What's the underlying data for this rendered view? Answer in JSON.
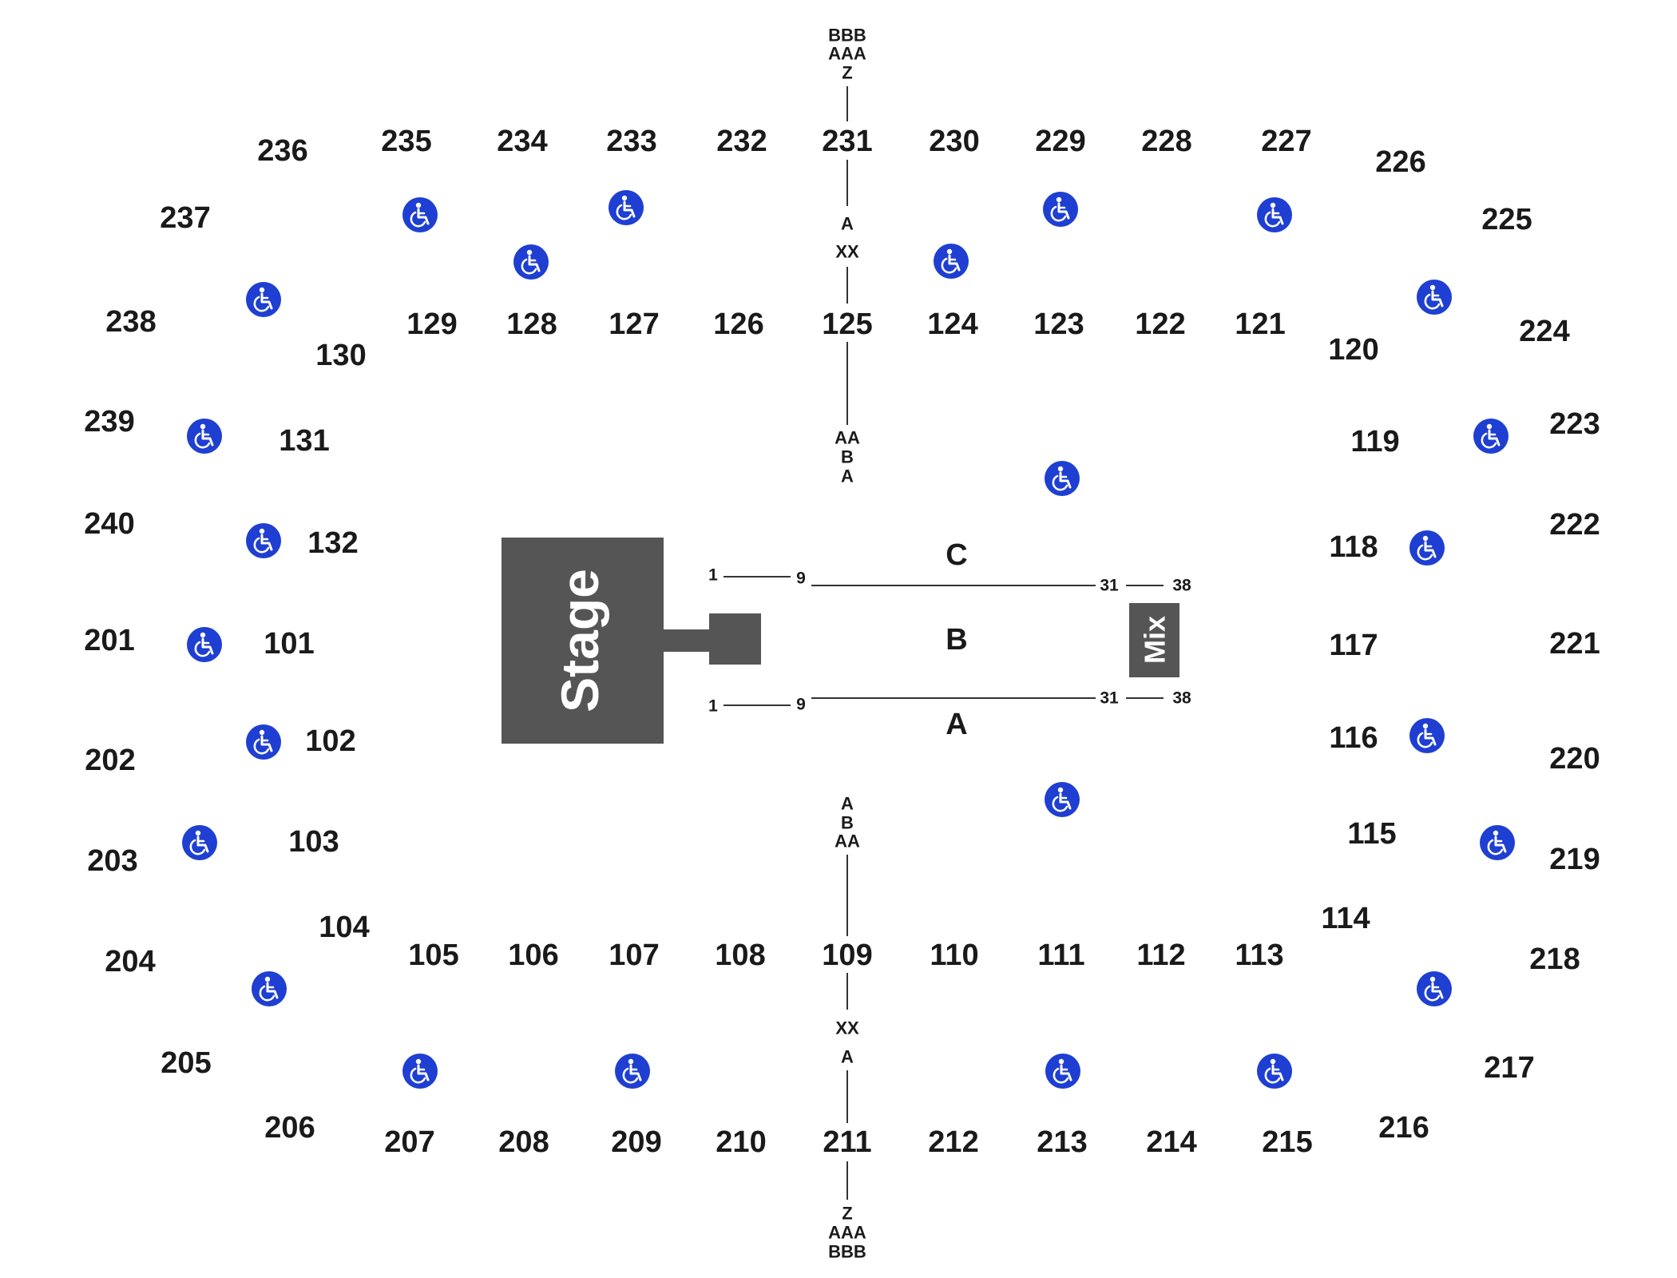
{
  "colors": {
    "stage_fill": "#555555",
    "wheelchair_fill": "#1e3fd1",
    "text": "#1a1a1a",
    "background": "#ffffff"
  },
  "stage": {
    "label": "Stage"
  },
  "mix": {
    "label": "Mix"
  },
  "floor_sections": {
    "c": "C",
    "b": "B",
    "a": "A"
  },
  "floor_seats": {
    "top_left_start": "1",
    "top_left_end": "9",
    "top_right_start": "31",
    "top_right_end": "38",
    "bottom_left_start": "1",
    "bottom_left_end": "9",
    "bottom_right_start": "31",
    "bottom_right_end": "38"
  },
  "row_labels": {
    "top_outer": [
      "BBB",
      "AAA",
      "Z"
    ],
    "top_between": [
      "A",
      "XX"
    ],
    "top_inner": [
      "AA",
      "B",
      "A"
    ],
    "bottom_inner": [
      "A",
      "B",
      "AA"
    ],
    "bottom_between": [
      "XX",
      "A"
    ],
    "bottom_outer": [
      "Z",
      "AAA",
      "BBB"
    ]
  },
  "upper_sections": [
    "201",
    "202",
    "203",
    "204",
    "205",
    "206",
    "207",
    "208",
    "209",
    "210",
    "211",
    "212",
    "213",
    "214",
    "215",
    "216",
    "217",
    "218",
    "219",
    "220",
    "221",
    "222",
    "223",
    "224",
    "225",
    "226",
    "227",
    "228",
    "229",
    "230",
    "231",
    "232",
    "233",
    "234",
    "235",
    "236",
    "237",
    "238",
    "239",
    "240"
  ],
  "lower_sections": [
    "101",
    "102",
    "103",
    "104",
    "105",
    "106",
    "107",
    "108",
    "109",
    "110",
    "111",
    "112",
    "113",
    "114",
    "115",
    "116",
    "117",
    "118",
    "119",
    "120",
    "121",
    "122",
    "123",
    "124",
    "125",
    "126",
    "127",
    "128",
    "129",
    "130",
    "131",
    "132"
  ],
  "wheelchair_icon": "wheelchair-icon"
}
